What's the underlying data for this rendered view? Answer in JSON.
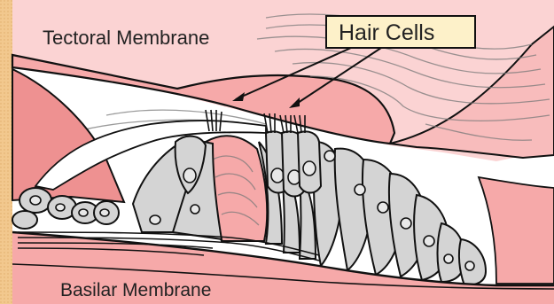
{
  "labels": {
    "tectoral": "Tectoral Membrane",
    "hair_cells": "Hair Cells",
    "basilar": "Basilar Membrane"
  },
  "colors": {
    "background_strip": "#f2c88e",
    "tissue_light": "#fbd3d3",
    "tissue_pink": "#f6a9a9",
    "tissue_dark": "#ee9191",
    "cell_gray": "#d4d4d4",
    "label_box": "#fdf1c9",
    "ink": "#111111"
  }
}
